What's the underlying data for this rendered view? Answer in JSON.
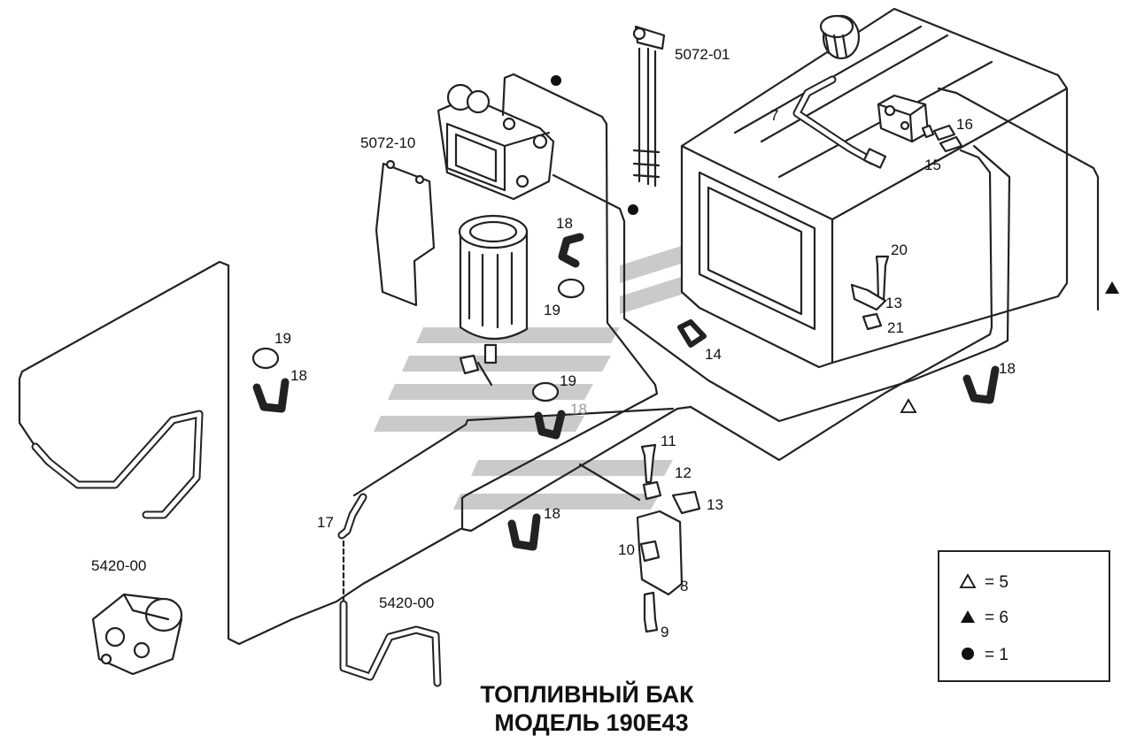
{
  "title": {
    "line1": "ТОПЛИВНЫЙ БАК",
    "line2": "МОДЕЛЬ 190E43"
  },
  "part_labels": {
    "p5072_01": "5072-01",
    "p5072_10": "5072-10",
    "p7": "7",
    "p16": "16",
    "p15": "15",
    "p18_top": "18",
    "p19_top": "19",
    "p20": "20",
    "p13_top": "13",
    "p21": "21",
    "p14": "14",
    "p18_right": "18",
    "p19_left": "19",
    "p18_left": "18",
    "p19_mid": "19",
    "p18_mid": "18",
    "p11": "11",
    "p12": "12",
    "p13_bot": "13",
    "p18_bot": "18",
    "p17": "17",
    "p10": "10",
    "p8": "8",
    "p9": "9",
    "p5420_00_left": "5420-00",
    "p5420_00_mid": "5420-00"
  },
  "legend": {
    "items": [
      {
        "symbol": "open-triangle",
        "text": "= 5"
      },
      {
        "symbol": "filled-triangle",
        "text": "= 6"
      },
      {
        "symbol": "filled-circle",
        "text": "= 1"
      }
    ]
  }
}
